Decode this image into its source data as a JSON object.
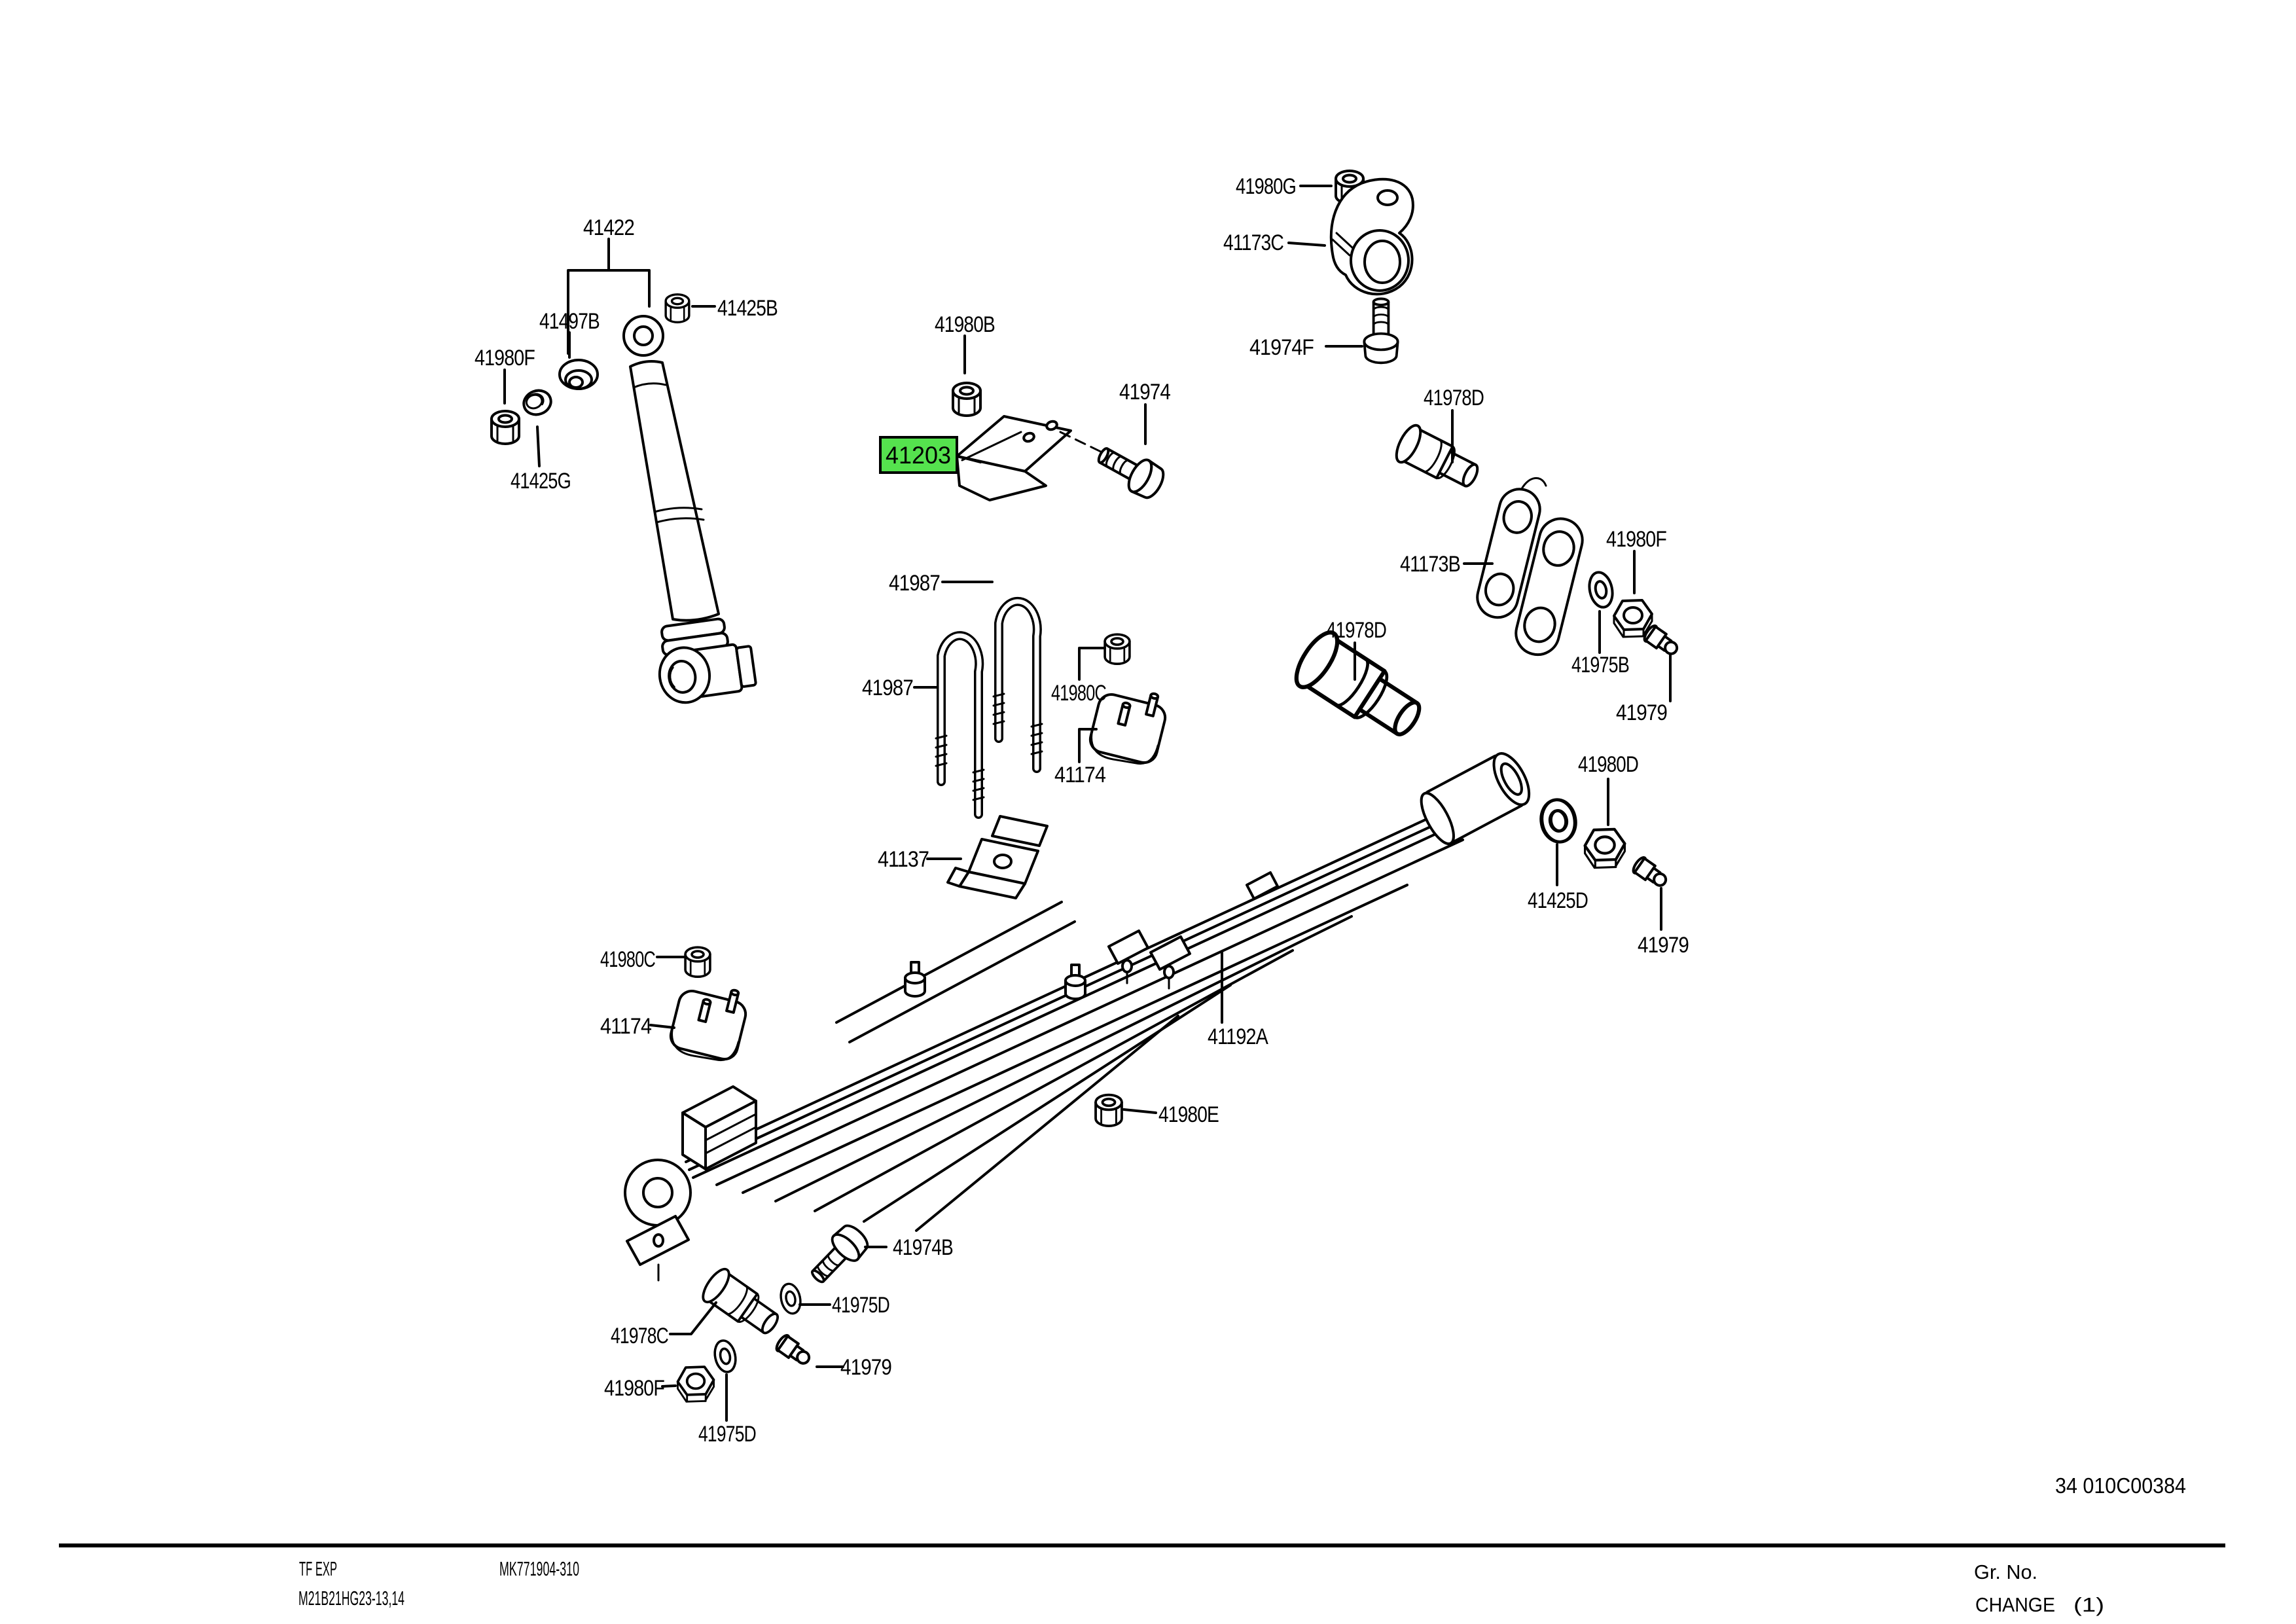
{
  "diagram": {
    "highlight": {
      "part_number": "41203",
      "color": "#55E24E",
      "border_color": "#000000"
    },
    "labels": [
      {
        "id": "41422",
        "text": "41422"
      },
      {
        "id": "41497B",
        "text": "41497B"
      },
      {
        "id": "41425B",
        "text": "41425B"
      },
      {
        "id": "41980F-1",
        "text": "41980F"
      },
      {
        "id": "41425G",
        "text": "41425G"
      },
      {
        "id": "41980B",
        "text": "41980B"
      },
      {
        "id": "41974",
        "text": "41974"
      },
      {
        "id": "41980G",
        "text": "41980G"
      },
      {
        "id": "41173C",
        "text": "41173C"
      },
      {
        "id": "41974F",
        "text": "41974F"
      },
      {
        "id": "41978D-1",
        "text": "41978D"
      },
      {
        "id": "41173B",
        "text": "41173B"
      },
      {
        "id": "41980F-2",
        "text": "41980F"
      },
      {
        "id": "41975B",
        "text": "41975B"
      },
      {
        "id": "41979-1",
        "text": "41979"
      },
      {
        "id": "41987-1",
        "text": "41987"
      },
      {
        "id": "41987-2",
        "text": "41987"
      },
      {
        "id": "41980C-1",
        "text": "41980C"
      },
      {
        "id": "41174-1",
        "text": "41174"
      },
      {
        "id": "41978D-2",
        "text": "41978D"
      },
      {
        "id": "41980D",
        "text": "41980D"
      },
      {
        "id": "41425D",
        "text": "41425D"
      },
      {
        "id": "41979-2",
        "text": "41979"
      },
      {
        "id": "41137",
        "text": "41137"
      },
      {
        "id": "41980C-2",
        "text": "41980C"
      },
      {
        "id": "41174-2",
        "text": "41174"
      },
      {
        "id": "41192A",
        "text": "41192A"
      },
      {
        "id": "41980E",
        "text": "41980E"
      },
      {
        "id": "41974B",
        "text": "41974B"
      },
      {
        "id": "41975D-1",
        "text": "41975D"
      },
      {
        "id": "41978C",
        "text": "41978C"
      },
      {
        "id": "41979-3",
        "text": "41979"
      },
      {
        "id": "41980F-3",
        "text": "41980F"
      },
      {
        "id": "41975D-2",
        "text": "41975D"
      }
    ],
    "footer": {
      "doc_number": "34 010C00384",
      "model_code": "TF EXP",
      "applicability": "M21B21HG23-13,14",
      "drawing_number": "MK771904-310",
      "gr_no_label": "Gr. No.",
      "change_label": "CHANGE",
      "change_value": "(1)"
    },
    "colors": {
      "line": "#000000",
      "background": "#ffffff"
    }
  }
}
